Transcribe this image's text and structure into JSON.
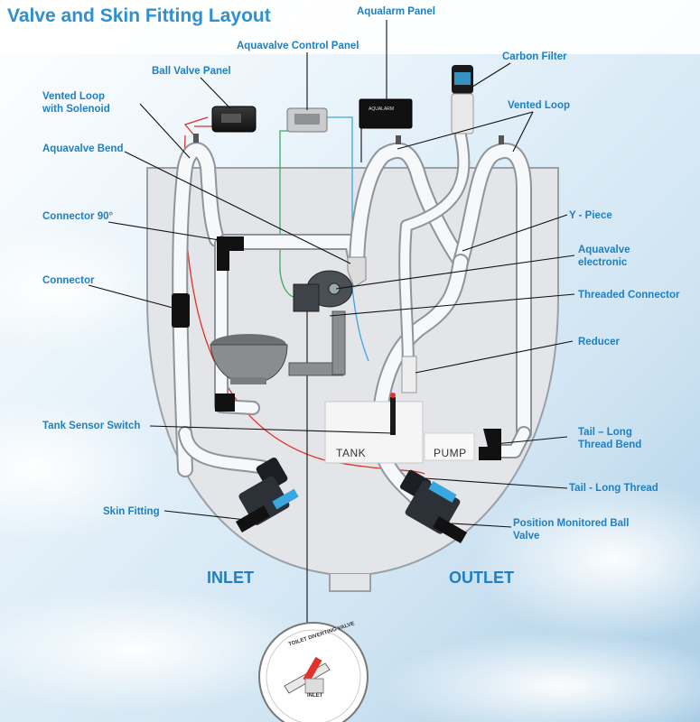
{
  "title": "Valve and Skin Fitting Layout",
  "labels": {
    "aqualarm_panel": "Aqualarm Panel",
    "aquavalve_control_panel": "Aquavalve Control Panel",
    "carbon_filter": "Carbon Filter",
    "ball_valve_panel": "Ball Valve Panel",
    "vented_loop_solenoid_1": "Vented Loop",
    "vented_loop_solenoid_2": "with Solenoid",
    "vented_loop": "Vented Loop",
    "aquavalve_bend": "Aquavalve Bend",
    "connector_90": "Connector 90°",
    "y_piece": "Y - Piece",
    "aquavalve_electronic_1": "Aquavalve",
    "aquavalve_electronic_2": "electronic",
    "connector": "Connector",
    "threaded_connector": "Threaded Connector",
    "reducer": "Reducer",
    "tank_sensor_switch": "Tank Sensor Switch",
    "tail_long_thread_bend_1": "Tail – Long",
    "tail_long_thread_bend_2": "Thread Bend",
    "tail_long_thread": "Tail - Long Thread",
    "skin_fitting": "Skin Fitting",
    "position_monitored_1": "Position Monitored Ball",
    "position_monitored_2": "Valve",
    "inlet": "INLET",
    "outlet": "OUTLET",
    "tank": "TANK",
    "pump": "PUMP"
  },
  "panel_text": {
    "aqualarm": "AQUALARM",
    "dial_title": "TOILET DIVERTING VALVE",
    "dial_inlet": "INLET"
  },
  "colors": {
    "title": "#2f8fd0",
    "label": "#1f7fc4",
    "hull_fill": "#e3e5e9",
    "hose": "#f7f8fa",
    "wire_red": "#e0312a",
    "wire_blue": "#3aa8e0",
    "wire_green": "#3cae5a"
  }
}
